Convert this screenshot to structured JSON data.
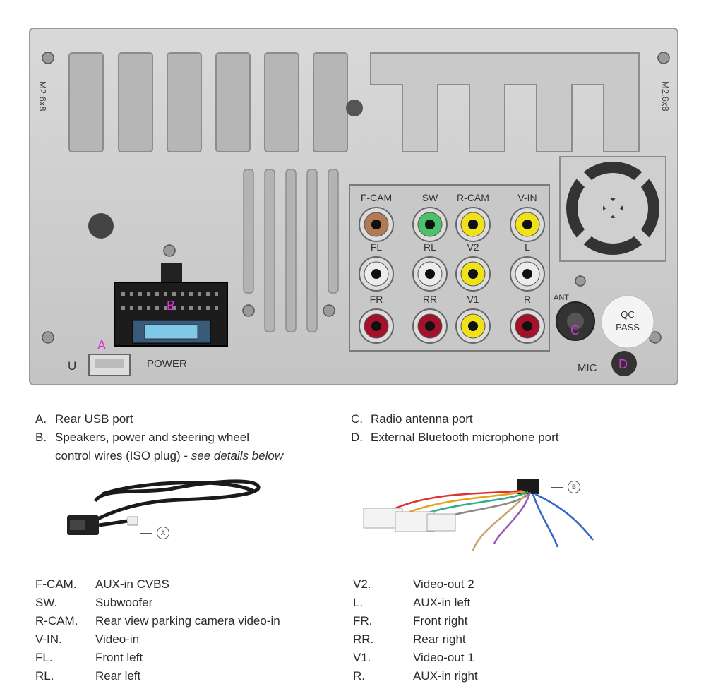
{
  "panel": {
    "connector_labels_row1": [
      "F-CAM",
      "SW",
      "R-CAM",
      "V-IN"
    ],
    "connector_labels_row2": [
      "FL",
      "RL",
      "V2",
      "L"
    ],
    "connector_labels_row3": [
      "FR",
      "RR",
      "V1",
      "R"
    ],
    "port_letters": {
      "usb": "A",
      "iso": "B",
      "antenna": "C",
      "mic": "D"
    },
    "usb_label": "U",
    "power_label": "POWER",
    "ant_label": "ANT",
    "mic_label": "MIC",
    "qc_line1": "QC",
    "qc_line2": "PASS",
    "side_text_left": "M2.6x8",
    "side_text_right": "M2.6x8",
    "colors": {
      "marker": "#d633d6",
      "rca_brown": "#b07a55",
      "rca_green": "#4fc06a",
      "rca_yellow": "#f0e21a",
      "rca_white": "#ececec",
      "rca_red": "#a3122a"
    }
  },
  "legend": {
    "a_key": "A.",
    "a_text": "Rear USB port",
    "b_key": "B.",
    "b_text1": "Speakers, power and steering wheel",
    "b_text2": "control wires (ISO plug) - ",
    "b_text2_italic": "see details below",
    "c_key": "C.",
    "c_text": "Radio antenna port",
    "d_key": "D.",
    "d_text": "External Bluetooth microphone port"
  },
  "callouts": {
    "usb_cable": "A",
    "iso_harness": "B"
  },
  "abbreviations_left": [
    {
      "key": "F-CAM.",
      "value": "AUX-in CVBS"
    },
    {
      "key": "SW.",
      "value": "Subwoofer"
    },
    {
      "key": "R-CAM.",
      "value": "Rear view parking camera video-in"
    },
    {
      "key": "V-IN.",
      "value": "Video-in"
    },
    {
      "key": "FL.",
      "value": "Front left"
    },
    {
      "key": "RL.",
      "value": "Rear left"
    }
  ],
  "abbreviations_right": [
    {
      "key": "V2.",
      "value": "Video-out 2"
    },
    {
      "key": "L.",
      "value": "AUX-in left"
    },
    {
      "key": "FR.",
      "value": "Front right"
    },
    {
      "key": "RR.",
      "value": "Rear right"
    },
    {
      "key": "V1.",
      "value": "Video-out 1"
    },
    {
      "key": "R.",
      "value": "AUX-in right"
    }
  ]
}
